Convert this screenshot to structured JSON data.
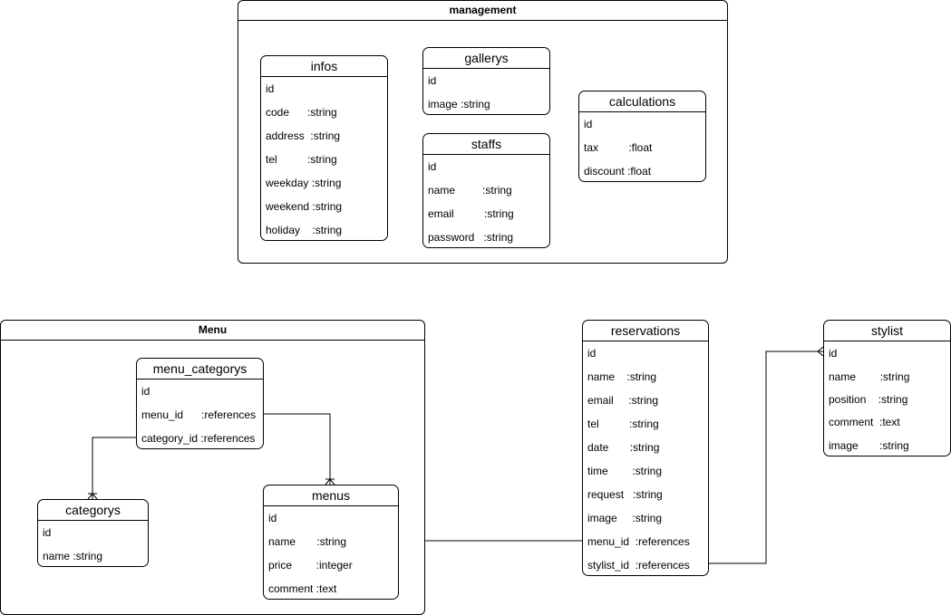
{
  "groups": {
    "management": {
      "title": "management"
    },
    "menu": {
      "title": "Menu"
    }
  },
  "entities": {
    "infos": {
      "title": "infos",
      "fields": [
        "id",
        "code      :string",
        "address  :string",
        "tel          :string",
        "weekday :string",
        "weekend :string",
        "holiday    :string"
      ]
    },
    "gallerys": {
      "title": "gallerys",
      "fields": [
        "id",
        "image :string"
      ]
    },
    "staffs": {
      "title": "staffs",
      "fields": [
        "id",
        "name         :string",
        "email          :string",
        "password   :string"
      ]
    },
    "calculations": {
      "title": "calculations",
      "fields": [
        "id",
        "tax          :float",
        "discount :float"
      ]
    },
    "menu_categorys": {
      "title": "menu_categorys",
      "fields": [
        "id",
        "menu_id      :references",
        "category_id :references"
      ]
    },
    "categorys": {
      "title": "categorys",
      "fields": [
        "id",
        "name :string"
      ]
    },
    "menus": {
      "title": "menus",
      "fields": [
        "id",
        "name       :string",
        "price        :integer",
        "comment :text"
      ]
    },
    "reservations": {
      "title": "reservations",
      "fields": [
        "id",
        "name    :string",
        "email     :string",
        "tel          :string",
        "date       :string",
        "time        :string",
        "request   :string",
        "image     :string",
        "menu_id  :references",
        "stylist_id  :references"
      ]
    },
    "stylist": {
      "title": "stylist",
      "fields": [
        "id",
        "name        :string",
        "position    :string",
        "comment  :text",
        "image       :string"
      ]
    }
  },
  "connector_notation": {
    "categorys_to_menu_categorys": "one-to-many",
    "menus_to_menu_categorys": "one-to-many",
    "stylist_to_reservations": "many"
  }
}
